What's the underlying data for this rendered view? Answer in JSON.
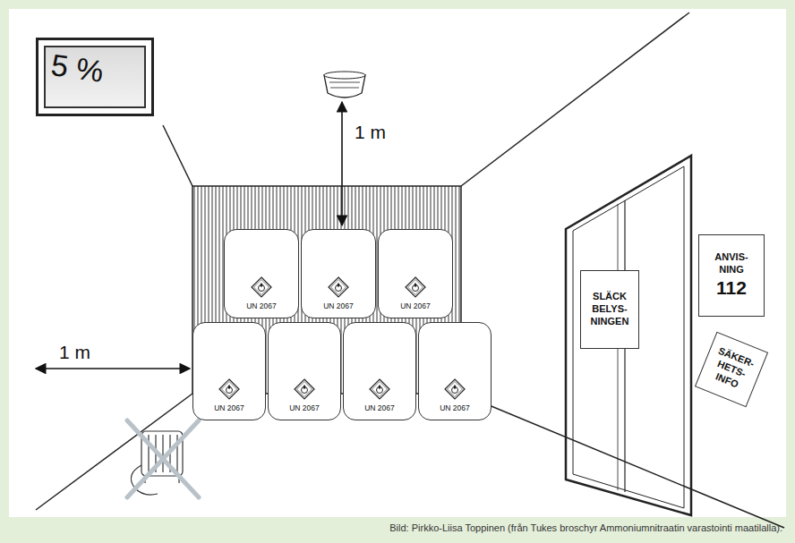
{
  "diagram": {
    "caption": "Bild: Pirkko-Liisa Toppinen (från Tukes broschyr Ammoniumnitraatin varastointi maatilalla).",
    "nodes": [
      {
        "text": [
          "5 %"
        ]
      },
      {
        "text": [
          "UN 2067"
        ]
      },
      {
        "text": [
          "UN 2067"
        ]
      },
      {
        "text": [
          "UN 2067"
        ]
      },
      {
        "text": [
          "UN 2067"
        ]
      },
      {
        "text": [
          "UN 2067"
        ]
      },
      {
        "text": [
          "UN 2067"
        ]
      },
      {
        "text": [
          "UN 2067"
        ]
      },
      {
        "text": [
          "SLÄCK BELYS- NINGEN"
        ]
      },
      {
        "text": [
          "ANVIS- NING",
          "112"
        ]
      },
      {
        "text": [
          "SÄKER- HETS- INFO"
        ]
      }
    ],
    "labels": [
      "1 m",
      "1 m"
    ]
  }
}
